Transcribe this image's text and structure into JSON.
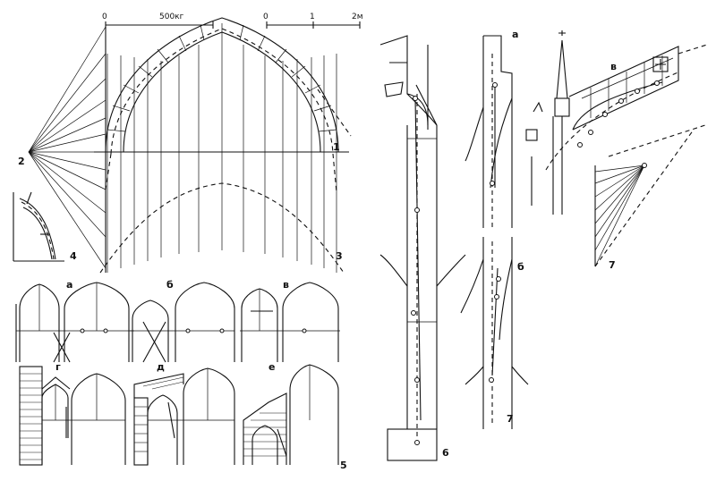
{
  "figure": {
    "scale_kg": {
      "zero": "0",
      "value": "500кг"
    },
    "scale_m": {
      "zero": "0",
      "one": "1",
      "two": "2м"
    },
    "labels": {
      "n1": "1",
      "n2": "2",
      "n3": "3",
      "n4": "4",
      "n5": "5",
      "n6": "6",
      "n7a": "7",
      "n7b": "7",
      "a": "а",
      "b": "б",
      "v": "в",
      "g": "г",
      "d": "д",
      "e": "е",
      "a2": "а",
      "b2": "б",
      "v2": "в"
    }
  }
}
